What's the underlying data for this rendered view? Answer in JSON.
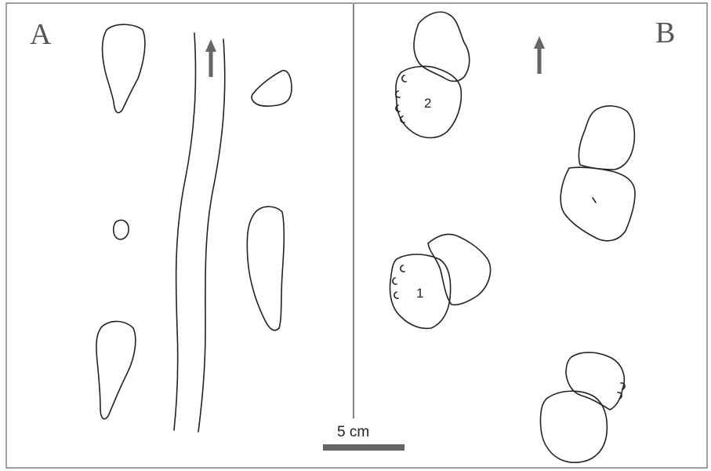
{
  "figure": {
    "panel_a_label": "A",
    "panel_b_label": "B",
    "scale_bar_label": "5 cm",
    "print_labels": [
      "2",
      "1"
    ]
  },
  "icons": {
    "panel_a_direction": "arrow-up-icon",
    "panel_b_direction": "arrow-up-icon"
  },
  "colors": {
    "outline": "#222222",
    "frame": "#777777",
    "arrow": "#666666",
    "scale_bar": "#666666",
    "label_text": "#555555"
  }
}
